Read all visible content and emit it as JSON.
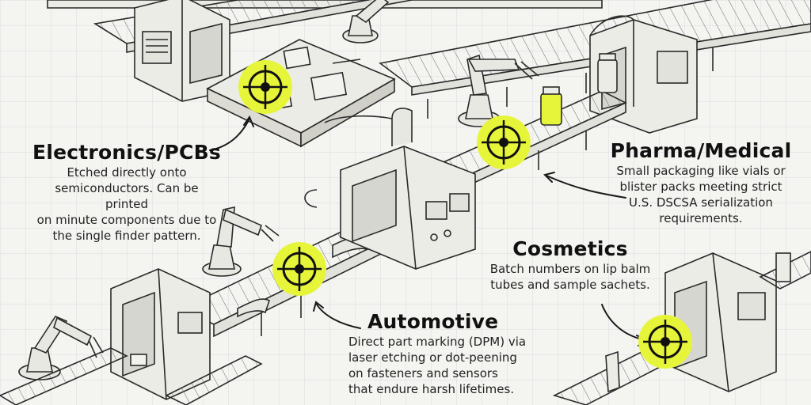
{
  "callouts": {
    "electronics": {
      "title": "Electronics/PCBs",
      "description": "Etched directly onto semiconductors. Can be printed on minute components due to the single finder pattern.",
      "lines": [
        "Etched directly onto",
        "semiconductors. Can be printed",
        "on minute components due to",
        "the single finder pattern."
      ]
    },
    "pharma": {
      "title": "Pharma/Medical",
      "lines": [
        "Small packaging like vials or",
        "blister packs meeting strict",
        "U.S. DSCSA serialization",
        "requirements."
      ]
    },
    "cosmetics": {
      "title": "Cosmetics",
      "lines": [
        "Batch numbers on lip balm",
        "tubes and sample sachets."
      ]
    },
    "automotive": {
      "title": "Automotive",
      "lines": [
        "Direct part marking (DPM) via",
        "laser etching or dot-peening",
        "on fasteners and sensors",
        "that endure harsh lifetimes."
      ]
    }
  },
  "colors": {
    "target_highlight": "#e6f53a",
    "ink": "#2a2a2a",
    "grid": "#d8dbe0",
    "paper": "#f4f4f1"
  },
  "icons": [
    "target-reticle-icon",
    "robot-arm-icon",
    "conveyor-belt-icon",
    "vial-icon",
    "chip-icon",
    "bolt-icon",
    "tube-icon"
  ]
}
